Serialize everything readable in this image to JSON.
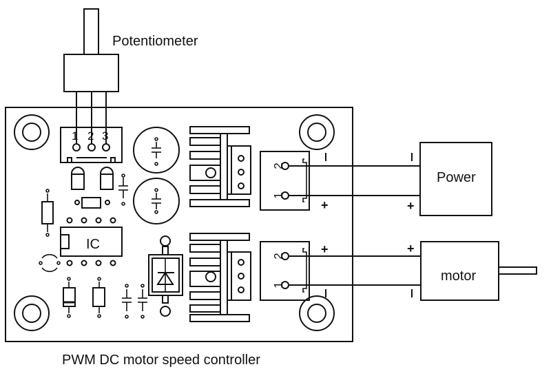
{
  "diagram": {
    "caption": "PWM DC motor speed controller",
    "potentiometer": {
      "label": "Potentiometer",
      "pins": [
        "1",
        "2",
        "3"
      ]
    },
    "ic": {
      "label": "IC"
    },
    "power_connector": {
      "pins": [
        "2",
        "1"
      ],
      "board_signs": [
        "−",
        "+"
      ]
    },
    "motor_connector": {
      "pins": [
        "2",
        "1"
      ],
      "board_signs": [
        "+",
        "−"
      ]
    },
    "power_block": {
      "label": "Power",
      "signs": [
        "−",
        "+"
      ]
    },
    "motor_block": {
      "label": "motor",
      "signs": [
        "+",
        "−"
      ]
    }
  }
}
